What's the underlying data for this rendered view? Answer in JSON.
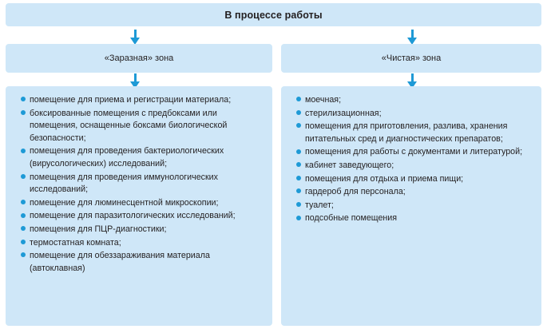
{
  "header": {
    "title": "В процессе работы"
  },
  "zones": [
    {
      "label": "«Заразная» зона"
    },
    {
      "label": "«Чистая» зона"
    }
  ],
  "columns": [
    {
      "items": [
        "помещение для приема и регистрации материала;",
        "боксированные помещения с предбоксами или помещения, оснащенные боксами биологической безопасности;",
        "помещения для проведения бактериологических (вирусологических) исследований;",
        "помещения для проведения иммунологических исследований;",
        "помещение для люминесцентной микроскопии;",
        "помещение для паразитологических исследований;",
        "помещения для ПЦР-диагностики;",
        "термостатная комната;",
        "помещение для обеззараживания материала (автоклавная)"
      ]
    },
    {
      "items": [
        "моечная;",
        "стерилизационная;",
        "помещения для приготовления, разлива, хранения питательных сред и диагностических препаратов;",
        "помещения для работы с документами и литературой;",
        "кабинет заведующего;",
        "помещения для отдыха и приема пищи;",
        "гардероб для персонала;",
        "туалет;",
        "подсобные помещения"
      ]
    }
  ],
  "arrows": [
    {
      "name": "arrow-header-to-left-zone"
    },
    {
      "name": "arrow-header-to-right-zone"
    },
    {
      "name": "arrow-left-zone-to-left-list"
    },
    {
      "name": "arrow-right-zone-to-right-list"
    }
  ],
  "colors": {
    "panel_background": "#cfe7f8",
    "accent": "#1e9ad6",
    "text": "#231f20",
    "page_background": "#ffffff"
  }
}
